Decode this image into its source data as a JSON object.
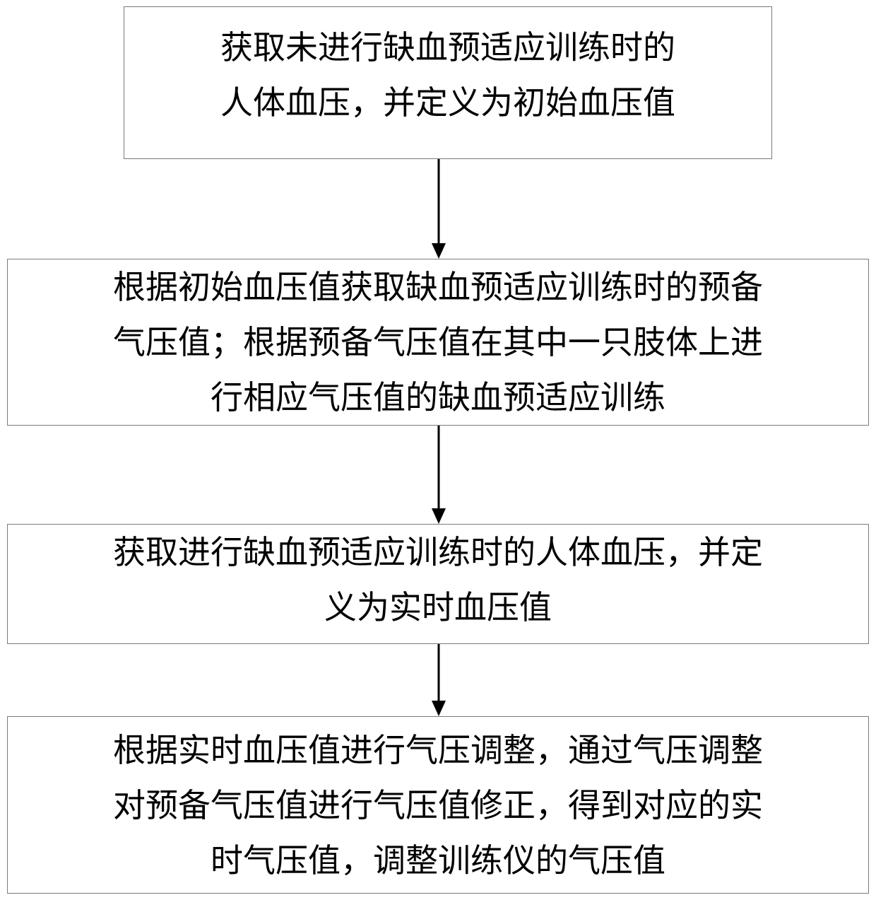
{
  "flowchart": {
    "steps": [
      {
        "text": "获取未进行缺血预适应训练时的\n人体血压，并定义为初始血压值"
      },
      {
        "text": "根据初始血压值获取缺血预适应训练时的预备\n气压值；根据预备气压值在其中一只肢体上进\n行相应气压值的缺血预适应训练"
      },
      {
        "text": "获取进行缺血预适应训练时的人体血压，并定\n义为实时血压值"
      },
      {
        "text": "根据实时血压值进行气压调整，通过气压调整\n对预备气压值进行气压值修正，得到对应的实\n时气压值，调整训练仪的气压值"
      }
    ]
  },
  "colors": {
    "box_border": "#7a7a7a",
    "arrow": "#000000",
    "text": "#000000",
    "background": "#ffffff"
  }
}
